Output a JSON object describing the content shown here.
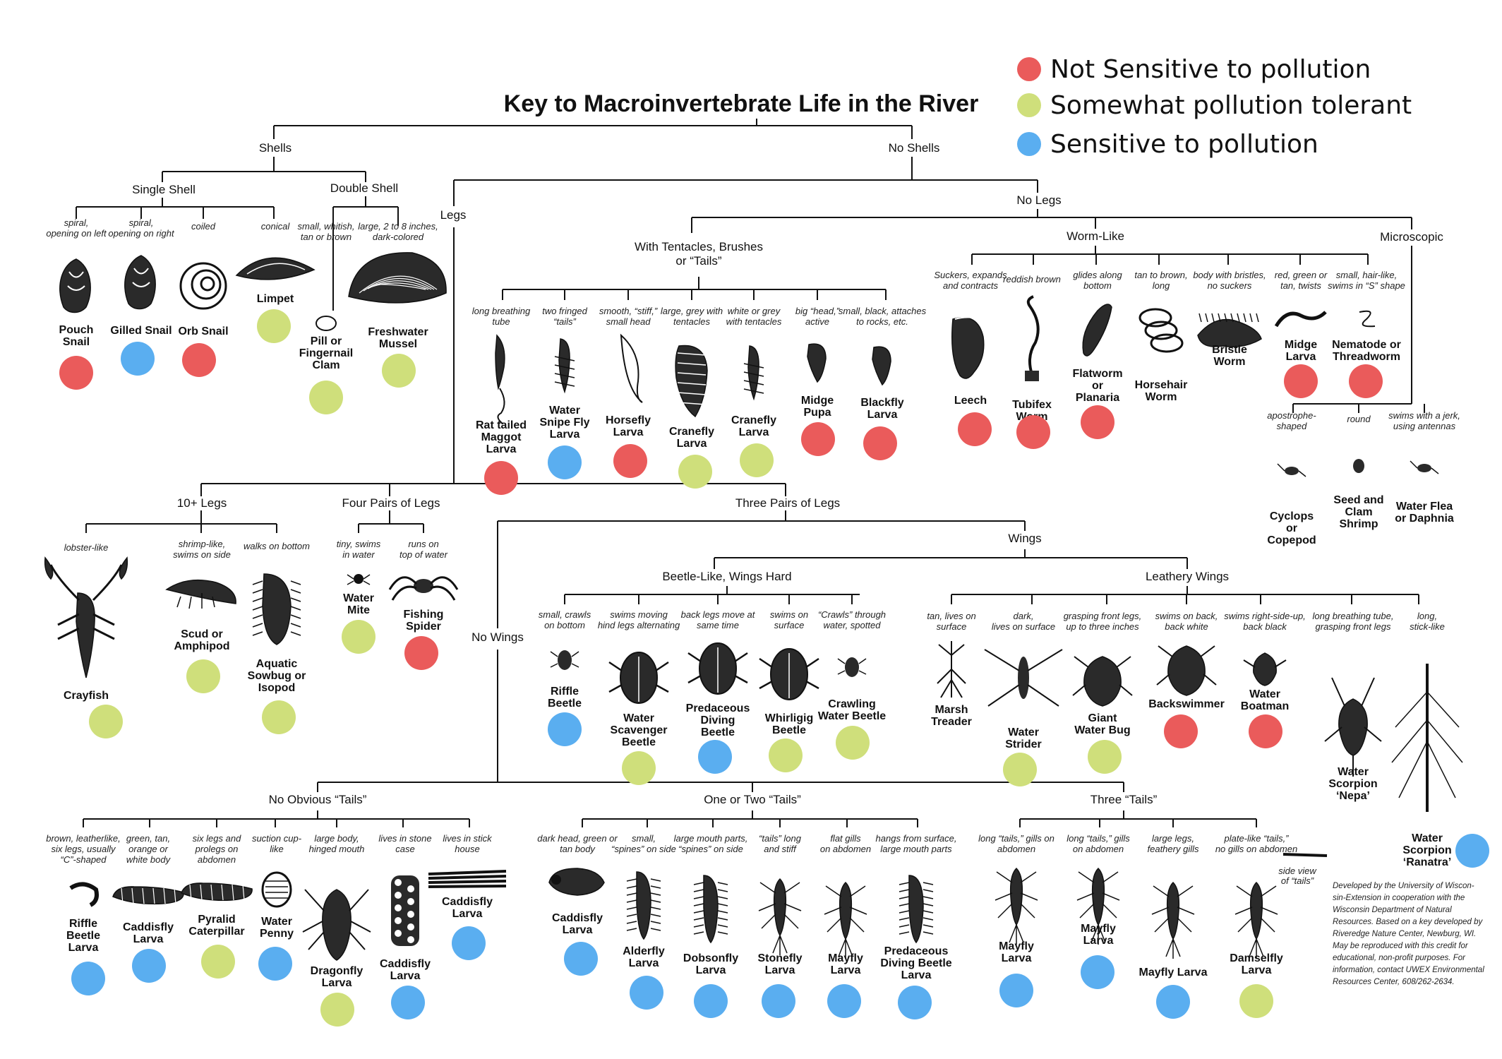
{
  "title": "Key to Macroinvertebrate Life in the River",
  "legend": [
    {
      "label": "Not Sensitive to pollution",
      "color": "#ea5b5b"
    },
    {
      "label": "Somewhat pollution tolerant",
      "color": "#cfdf7b"
    },
    {
      "label": "Sensitive to pollution",
      "color": "#5aaef0"
    }
  ],
  "colors": {
    "red": "#ea5b5b",
    "green": "#cfdf7b",
    "blue": "#5aaef0"
  },
  "nodes": {
    "shells": "Shells",
    "no_shells": "No Shells",
    "single_shell": "Single Shell",
    "double_shell": "Double Shell",
    "legs": "Legs",
    "no_legs": "No Legs",
    "tentacles": [
      "With Tentacles, Brushes",
      "or “Tails”"
    ],
    "worm_like": "Worm-Like",
    "microscopic": "Microscopic",
    "ten_legs": "10+ Legs",
    "four_pairs": "Four Pairs of Legs",
    "three_pairs": "Three Pairs of Legs",
    "wings": "Wings",
    "no_wings": "No Wings",
    "beetle_like": "Beetle-Like, Wings Hard",
    "leathery": "Leathery Wings",
    "no_tails": "No Obvious “Tails”",
    "one_two_tails": "One or Two “Tails”",
    "three_tails": "Three “Tails”"
  },
  "organisms": [
    {
      "id": "pouch-snail",
      "desc": [
        "spiral,",
        "opening on left"
      ],
      "name": [
        "Pouch",
        "Snail"
      ],
      "color": "red"
    },
    {
      "id": "gilled-snail",
      "desc": [
        "spiral,",
        "opening on right"
      ],
      "name": [
        "Gilled Snail"
      ],
      "color": "blue"
    },
    {
      "id": "orb-snail",
      "desc": [
        "coiled"
      ],
      "name": [
        "Orb Snail"
      ],
      "color": "red"
    },
    {
      "id": "limpet",
      "desc": [
        "conical"
      ],
      "name": [
        "Limpet"
      ],
      "color": "green"
    },
    {
      "id": "pill-clam",
      "desc": [
        "small, whitish,",
        "tan or brown"
      ],
      "name": [
        "Pill or",
        "Fingernail",
        "Clam"
      ],
      "color": "green"
    },
    {
      "id": "freshwater-mussel",
      "desc": [
        "large, 2 to 8 inches,",
        "dark-colored"
      ],
      "name": [
        "Freshwater",
        "Mussel"
      ],
      "color": "green"
    },
    {
      "id": "rat-tailed-maggot",
      "desc": [
        "long breathing",
        "tube"
      ],
      "name": [
        "Rat tailed",
        "Maggot",
        "Larva"
      ],
      "color": "red"
    },
    {
      "id": "water-snipe-fly",
      "desc": [
        "two fringed",
        "“tails”"
      ],
      "name": [
        "Water",
        "Snipe Fly",
        "Larva"
      ],
      "color": "blue"
    },
    {
      "id": "horsefly-larva",
      "desc": [
        "smooth, “stiff,”",
        "small head"
      ],
      "name": [
        "Horsefly",
        "Larva"
      ],
      "color": "red"
    },
    {
      "id": "cranefly-larva-1",
      "desc": [
        "large, grey with",
        "tentacles"
      ],
      "name": [
        "Cranefly",
        "Larva"
      ],
      "color": "green"
    },
    {
      "id": "cranefly-larva-2",
      "desc": [
        "white or grey",
        "with tentacles"
      ],
      "name": [
        "Cranefly",
        "Larva"
      ],
      "color": "green"
    },
    {
      "id": "midge-pupa",
      "desc": [
        "big “head,”",
        "active"
      ],
      "name": [
        "Midge",
        "Pupa"
      ],
      "color": "red"
    },
    {
      "id": "blackfly-larva",
      "desc": [
        "small, black, attaches",
        "to rocks, etc."
      ],
      "name": [
        "Blackfly",
        "Larva"
      ],
      "color": "red"
    },
    {
      "id": "leech",
      "desc": [
        "Suckers, expands",
        "and contracts"
      ],
      "name": [
        "Leech"
      ],
      "color": "red"
    },
    {
      "id": "tubifex-worm",
      "desc": [
        "reddish brown"
      ],
      "name": [
        "Tubifex",
        "Worm"
      ],
      "color": "red"
    },
    {
      "id": "flatworm",
      "desc": [
        "glides along",
        "bottom"
      ],
      "name": [
        "Flatworm",
        "or",
        "Planaria"
      ],
      "color": "red"
    },
    {
      "id": "horsehair-worm",
      "desc": [
        "tan to brown,",
        "long"
      ],
      "name": [
        "Horsehair",
        "Worm"
      ],
      "color": ""
    },
    {
      "id": "bristle-worm",
      "desc": [
        "body with bristles,",
        "no suckers"
      ],
      "name": [
        "Bristle",
        "Worm"
      ],
      "color": ""
    },
    {
      "id": "midge-larva",
      "desc": [
        "red, green or",
        "tan, twists"
      ],
      "name": [
        "Midge",
        "Larva"
      ],
      "color": "red"
    },
    {
      "id": "nematode",
      "desc": [
        "small, hair-like,",
        "swims in “S” shape"
      ],
      "name": [
        "Nematode or",
        "Threadworm"
      ],
      "color": "red"
    },
    {
      "id": "cyclops",
      "desc": [
        "apostrophe-",
        "shaped"
      ],
      "name": [
        "Cyclops",
        "or",
        "Copepod"
      ],
      "color": ""
    },
    {
      "id": "seed-shrimp",
      "desc": [
        "round"
      ],
      "name": [
        "Seed and",
        "Clam",
        "Shrimp"
      ],
      "color": ""
    },
    {
      "id": "water-flea",
      "desc": [
        "swims with a jerk,",
        "using antennas"
      ],
      "name": [
        "Water Flea",
        "or Daphnia"
      ],
      "color": ""
    },
    {
      "id": "crayfish",
      "desc": [
        "lobster-like"
      ],
      "name": [
        "Crayfish"
      ],
      "color": "green"
    },
    {
      "id": "scud",
      "desc": [
        "shrimp-like,",
        "swims on side"
      ],
      "name": [
        "Scud or",
        "Amphipod"
      ],
      "color": "green"
    },
    {
      "id": "sowbug",
      "desc": [
        "walks on bottom"
      ],
      "name": [
        "Aquatic",
        "Sowbug or",
        "Isopod"
      ],
      "color": "green"
    },
    {
      "id": "water-mite",
      "desc": [
        "tiny, swims",
        "in water"
      ],
      "name": [
        "Water",
        "Mite"
      ],
      "color": "green"
    },
    {
      "id": "fishing-spider",
      "desc": [
        "runs on",
        "top of water"
      ],
      "name": [
        "Fishing",
        "Spider"
      ],
      "color": "red"
    },
    {
      "id": "riffle-beetle",
      "desc": [
        "small, crawls",
        "on bottom"
      ],
      "name": [
        "Riffle",
        "Beetle"
      ],
      "color": "blue"
    },
    {
      "id": "water-scavenger",
      "desc": [
        "swims moving",
        "hind legs alternating"
      ],
      "name": [
        "Water",
        "Scavenger",
        "Beetle"
      ],
      "color": "green"
    },
    {
      "id": "predaceous-diving",
      "desc": [
        "back legs move at",
        "same time"
      ],
      "name": [
        "Predaceous",
        "Diving",
        "Beetle"
      ],
      "color": "blue"
    },
    {
      "id": "whirligig",
      "desc": [
        "swims on",
        "surface"
      ],
      "name": [
        "Whirligig",
        "Beetle"
      ],
      "color": "green"
    },
    {
      "id": "crawling-water-beetle",
      "desc": [
        "“Crawls” through",
        "water, spotted"
      ],
      "name": [
        "Crawling",
        "Water Beetle"
      ],
      "color": "green"
    },
    {
      "id": "marsh-treader",
      "desc": [
        "tan, lives on",
        "surface"
      ],
      "name": [
        "Marsh",
        "Treader"
      ],
      "color": ""
    },
    {
      "id": "water-strider",
      "desc": [
        "dark,",
        "lives on surface"
      ],
      "name": [
        "Water",
        "Strider"
      ],
      "color": "green"
    },
    {
      "id": "giant-water-bug",
      "desc": [
        "grasping front legs,",
        "up to three inches"
      ],
      "name": [
        "Giant",
        "Water Bug"
      ],
      "color": "green"
    },
    {
      "id": "backswimmer",
      "desc": [
        "swims on back,",
        "back white"
      ],
      "name": [
        "Backswimmer"
      ],
      "color": "red"
    },
    {
      "id": "water-boatman",
      "desc": [
        "swims right-side-up,",
        "back black"
      ],
      "name": [
        "Water",
        "Boatman"
      ],
      "color": "red"
    },
    {
      "id": "water-scorpion-nepa",
      "desc": [
        "long breathing tube,",
        "grasping front legs"
      ],
      "name": [
        "Water",
        "Scorpion",
        "‘Nepa’"
      ],
      "color": ""
    },
    {
      "id": "water-scorpion-ranatra",
      "desc": [
        "long,",
        "stick-like"
      ],
      "name": [
        "Water",
        "Scorpion",
        "‘Ranatra’"
      ],
      "color": "blue"
    },
    {
      "id": "riffle-beetle-larva",
      "desc": [
        "brown, leatherlike,",
        "six legs, usually",
        "“C”-shaped"
      ],
      "name": [
        "Riffle",
        "Beetle",
        "Larva"
      ],
      "color": "blue"
    },
    {
      "id": "caddisfly-larva-1",
      "desc": [
        "green, tan,",
        "orange or",
        "white body"
      ],
      "name": [
        "Caddisfly",
        "Larva"
      ],
      "color": "blue"
    },
    {
      "id": "pyralid",
      "desc": [
        "six legs and",
        "prolegs on",
        "abdomen"
      ],
      "name": [
        "Pyralid",
        "Caterpillar"
      ],
      "color": "green"
    },
    {
      "id": "water-penny",
      "desc": [
        "suction cup-",
        "like"
      ],
      "name": [
        "Water",
        "Penny"
      ],
      "color": "blue"
    },
    {
      "id": "dragonfly-larva",
      "desc": [
        "large body,",
        "hinged mouth"
      ],
      "name": [
        "Dragonfly",
        "Larva"
      ],
      "color": "green"
    },
    {
      "id": "caddisfly-larva-2",
      "desc": [
        "lives in stone",
        "case"
      ],
      "name": [
        "Caddisfly",
        "Larva"
      ],
      "color": "blue"
    },
    {
      "id": "caddisfly-larva-3",
      "desc": [
        "lives in stick",
        "house"
      ],
      "name": [
        "Caddisfly",
        "Larva"
      ],
      "color": "blue"
    },
    {
      "id": "caddisfly-larva-4",
      "desc": [
        "dark head, green or",
        "tan body"
      ],
      "name": [
        "Caddisfly",
        "Larva"
      ],
      "color": "blue"
    },
    {
      "id": "alderfly-larva",
      "desc": [
        "small,",
        "“spines” on side"
      ],
      "name": [
        "Alderfly",
        "Larva"
      ],
      "color": "blue"
    },
    {
      "id": "dobsonfly-larva",
      "desc": [
        "large mouth parts,",
        "“spines” on side"
      ],
      "name": [
        "Dobsonfly",
        "Larva"
      ],
      "color": "blue"
    },
    {
      "id": "stonefly-larva",
      "desc": [
        "“tails” long",
        "and stiff"
      ],
      "name": [
        "Stonefly",
        "Larva"
      ],
      "color": "blue"
    },
    {
      "id": "mayfly-larva-1",
      "desc": [
        "flat gills",
        "on abdomen"
      ],
      "name": [
        "Mayfly",
        "Larva"
      ],
      "color": "blue"
    },
    {
      "id": "predaceous-diving-larva",
      "desc": [
        "hangs from surface,",
        "large mouth parts"
      ],
      "name": [
        "Predaceous",
        "Diving Beetle",
        "Larva"
      ],
      "color": "blue"
    },
    {
      "id": "mayfly-larva-2",
      "desc": [
        "long “tails,” gills on",
        "abdomen"
      ],
      "name": [
        "Mayfly",
        "Larva"
      ],
      "color": "blue"
    },
    {
      "id": "mayfly-larva-3",
      "desc": [
        "long “tails,” gills",
        "on abdomen"
      ],
      "name": [
        "Mayfly",
        "Larva"
      ],
      "color": "blue"
    },
    {
      "id": "mayfly-larva-4",
      "desc": [
        "large legs,",
        "feathery gills"
      ],
      "name": [
        "Mayfly Larva"
      ],
      "color": "blue"
    },
    {
      "id": "damselfly-larva",
      "desc": [
        "plate-like “tails,”",
        "no gills on abdomen"
      ],
      "name": [
        "Damselfly",
        "Larva"
      ],
      "color": "green"
    }
  ],
  "side_view": [
    "side view",
    "of “tails”"
  ],
  "credit": [
    "Developed by the University of Wiscon-",
    "sin-Extension in cooperation with the",
    "Wisconsin Department of Natural",
    "Resources. Based on a key developed by",
    "Riveredge Nature Center, Newburg, WI.",
    "May be reproduced with this credit for",
    "educational, non-profit purposes. For",
    "information, contact UWEX Environmental",
    "Resources Center, 608/262-2634."
  ]
}
